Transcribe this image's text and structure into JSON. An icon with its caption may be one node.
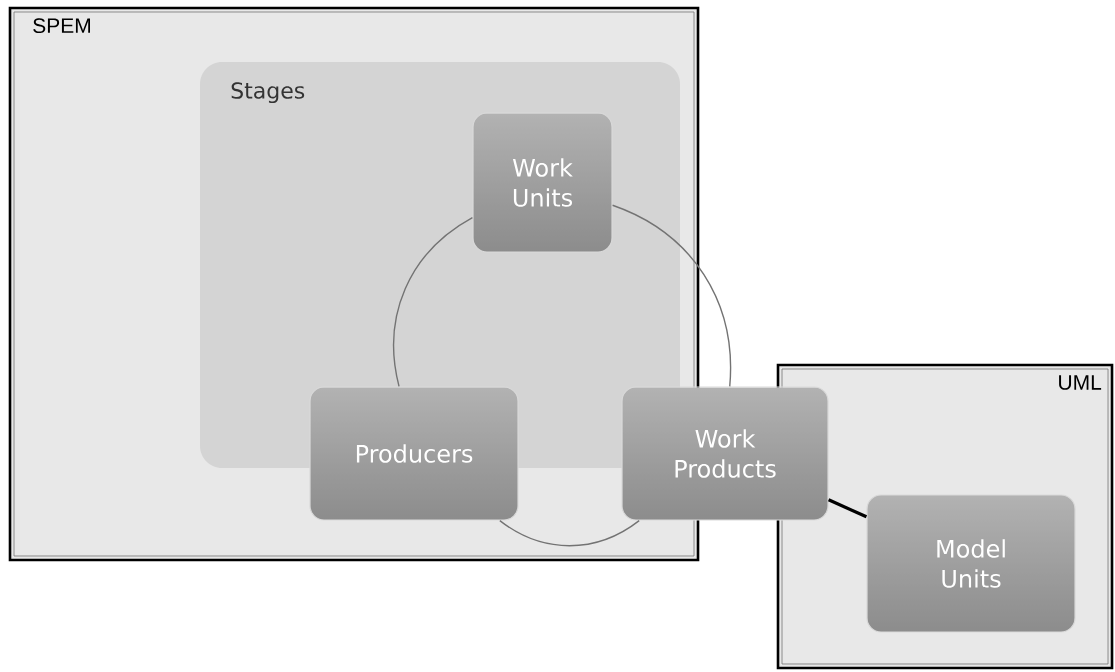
{
  "diagram": {
    "nodes": [
      {
        "text": [
          "SPEM"
        ]
      },
      {
        "text": [
          "Stages"
        ],
        "in": 0
      },
      {
        "text": [
          "Work Units"
        ],
        "in": 1
      },
      {
        "text": [
          "Producers"
        ],
        "in": 0
      },
      {
        "text": [
          "Work Products"
        ]
      },
      {
        "text": [
          "UML"
        ]
      },
      {
        "text": [
          "Model Units"
        ],
        "in": 5
      }
    ],
    "edges": [
      {
        "from": 2,
        "to": 3,
        "arrow": "none"
      },
      {
        "from": 3,
        "to": 4,
        "arrow": "none"
      },
      {
        "from": 4,
        "to": 2,
        "arrow": "none"
      },
      {
        "from": 4,
        "to": 6,
        "arrow": "none",
        "style": "thick",
        "color": "#000000"
      }
    ]
  }
}
